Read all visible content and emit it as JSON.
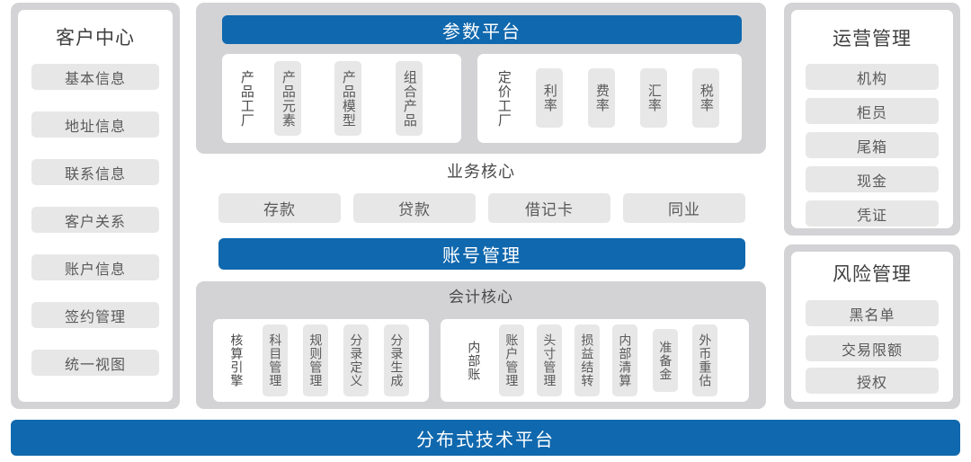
{
  "colors": {
    "brand_blue": "#1068ae",
    "frame_gray": "#d3d3d5",
    "chip_gray": "#e7e7e8",
    "card_white": "#ffffff",
    "title_text": "#3f3f3f",
    "chip_text": "#5a5a5a"
  },
  "left_panel": {
    "title": "客户中心",
    "items": [
      {
        "label": "基本信息"
      },
      {
        "label": "地址信息"
      },
      {
        "label": "联系信息"
      },
      {
        "label": "客户关系"
      },
      {
        "label": "账户信息"
      },
      {
        "label": "签约管理"
      },
      {
        "label": "统一视图"
      }
    ]
  },
  "center": {
    "parameter_platform": {
      "banner": "参数平台",
      "groups": [
        {
          "label": "产品工厂",
          "items": [
            {
              "label": "产品元素"
            },
            {
              "label": "产品模型"
            },
            {
              "label": "组合产品"
            }
          ]
        },
        {
          "label": "定价工厂",
          "items": [
            {
              "label": "利率"
            },
            {
              "label": "费率"
            },
            {
              "label": "汇率"
            },
            {
              "label": "税率"
            }
          ]
        }
      ]
    },
    "business_core": {
      "title": "业务核心",
      "items": [
        {
          "label": "存款"
        },
        {
          "label": "贷款"
        },
        {
          "label": "借记卡"
        },
        {
          "label": "同业"
        }
      ]
    },
    "account_management": {
      "banner": "账号管理"
    },
    "accounting_core": {
      "title": "会计核心",
      "groups": [
        {
          "label": "核算引擎",
          "items": [
            {
              "label": "科目管理"
            },
            {
              "label": "规则管理"
            },
            {
              "label": "分录定义"
            },
            {
              "label": "分录生成"
            }
          ]
        },
        {
          "label": "内部账",
          "items": [
            {
              "label": "账户管理"
            },
            {
              "label": "头寸管理"
            },
            {
              "label": "损益结转"
            },
            {
              "label": "内部清算"
            },
            {
              "label": "准备金"
            },
            {
              "label": "外币重估"
            }
          ]
        }
      ]
    }
  },
  "right_panels": [
    {
      "title": "运营管理",
      "items": [
        {
          "label": "机构"
        },
        {
          "label": "柜员"
        },
        {
          "label": "尾箱"
        },
        {
          "label": "现金"
        },
        {
          "label": "凭证"
        }
      ]
    },
    {
      "title": "风险管理",
      "items": [
        {
          "label": "黑名单"
        },
        {
          "label": "交易限额"
        },
        {
          "label": "授权"
        }
      ]
    }
  ],
  "footer": {
    "banner": "分布式技术平台"
  }
}
